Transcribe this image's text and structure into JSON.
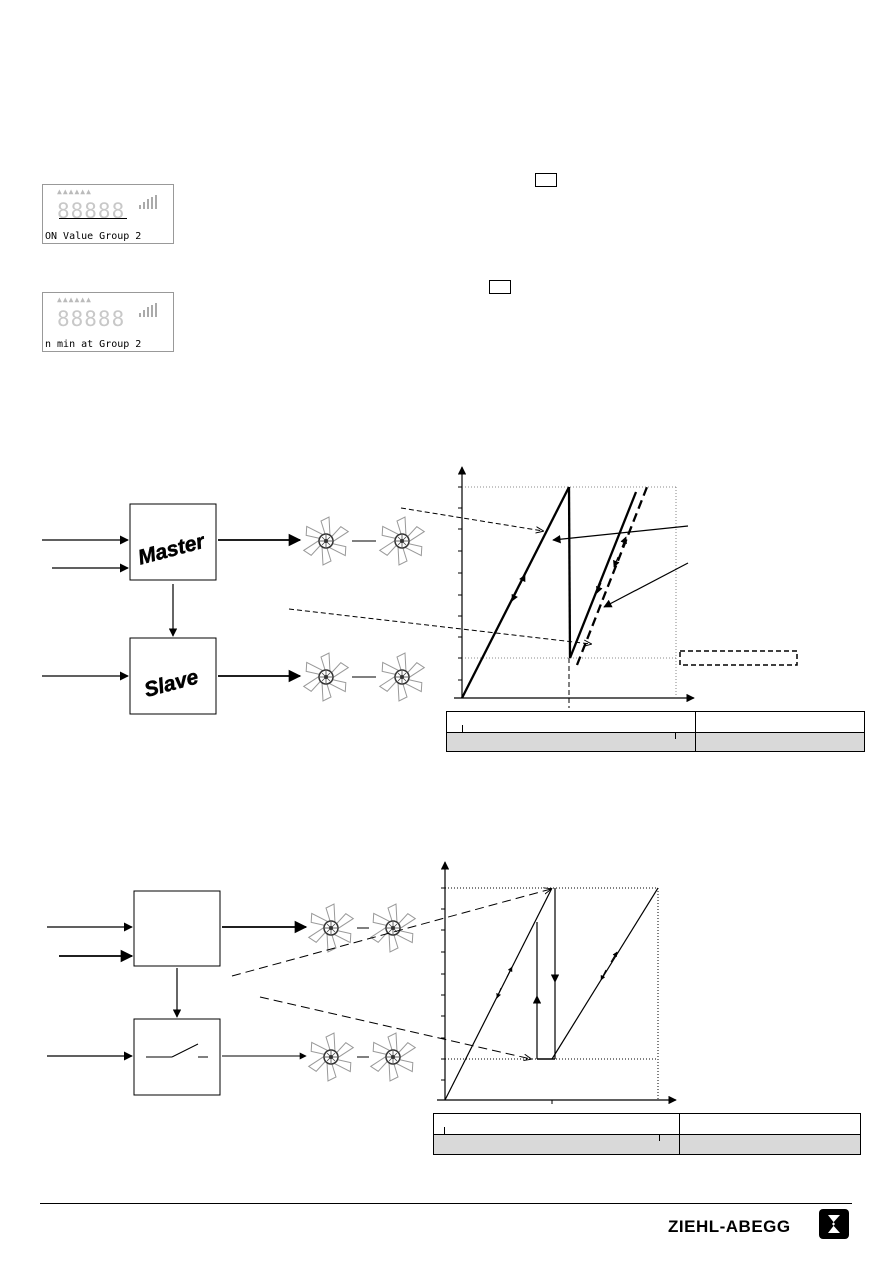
{
  "displays": [
    {
      "label": "ON Value Group 2",
      "digits": "88888"
    },
    {
      "label": "n min at Group 2",
      "digits": "88888"
    }
  ],
  "diagram1": {
    "blocks": {
      "master": "Master",
      "slave": "Slave"
    }
  },
  "footer": {
    "brand": "ZIEHL-ABEGG"
  }
}
